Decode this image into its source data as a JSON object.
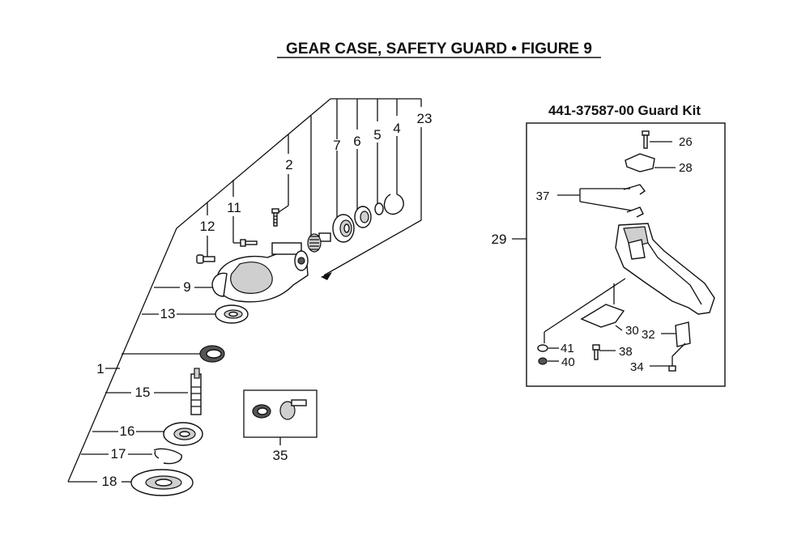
{
  "title": "GEAR CASE, SAFETY GUARD  •  FIGURE 9",
  "kit": {
    "title": "441-37587-00 Guard Kit"
  },
  "callouts": {
    "p1": "1",
    "p2": "2",
    "p4": "4",
    "p5": "5",
    "p6": "6",
    "p7": "7",
    "p9": "9",
    "p11": "11",
    "p12": "12",
    "p13": "13",
    "p15": "15",
    "p16": "16",
    "p17": "17",
    "p18": "18",
    "p23": "23",
    "p35": "35",
    "p26": "26",
    "p28": "28",
    "p29": "29",
    "p30": "30",
    "p32": "32",
    "p34": "34",
    "p37": "37",
    "p38": "38",
    "p40": "40",
    "p41": "41"
  }
}
